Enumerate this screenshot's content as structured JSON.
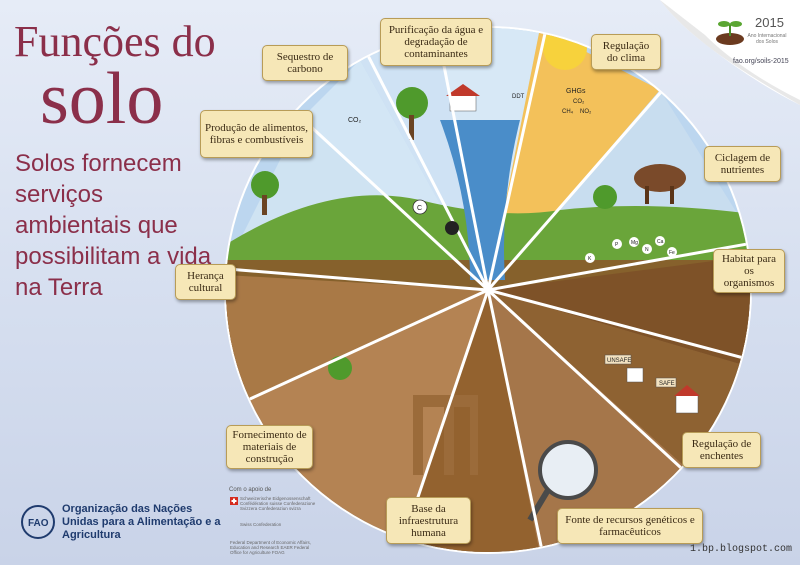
{
  "title": {
    "line1": "Funções do",
    "line2": "solo"
  },
  "subtitle": "Solos fornecem serviços ambientais que possibilitam a vida na Terra",
  "labels": {
    "sequestro": "Sequestro de carbono",
    "purificacao": "Purificação da água e degradação de contaminantes",
    "regulacao_clima": "Regulação do clima",
    "producao": "Produção de alimentos, fibras e combustíveis",
    "ciclagem": "Ciclagem de nutrientes",
    "habitat": "Habitat para os organismos",
    "heranca": "Herança cultural",
    "fornecimento": "Fornecimento de materiais de construção",
    "enchentes": "Regulação de enchentes",
    "infraestrutura": "Base da infraestrutura humana",
    "genetico": "Fonte de recursos genéticos e farmacêuticos"
  },
  "wheel_text": {
    "co2": "CO₂",
    "c": "C",
    "ddt": "DDT",
    "ghgs": "GHGs",
    "co2b": "CO₂",
    "ch4": "CH₄",
    "no2": "NO₂",
    "k": "K",
    "p": "P",
    "n": "N",
    "mg": "Mg",
    "ca": "Ca",
    "fe": "Fe",
    "unsafe": "UNSAFE",
    "safe": "SAFE"
  },
  "corner": {
    "year": "2015",
    "small_text": "Ano Internacional dos Solos",
    "url": "fao.org/soils-2015"
  },
  "fao": {
    "name": "Organização das Nações Unidas para a Alimentação e a Agricultura",
    "logo_text": "FAO"
  },
  "support": {
    "label": "Com o apoio de",
    "swiss_text": "Schweizerische Eidgenossenschaft Confédération suisse Confederazione Svizzera Confederaziun svizra",
    "swiss_conf": "Swiss Confederation",
    "dept": "Federal Department of Economic Affairs, Education and Research EAER Federal Office for Agriculture FOAG"
  },
  "credit": "1.bp.blogspot.com",
  "colors": {
    "title": "#8b2f4a",
    "label_bg": "#f6e7b7",
    "soil": "#8a5a2b",
    "grass": "#6aa53a",
    "sky": "#bcd6ef"
  }
}
